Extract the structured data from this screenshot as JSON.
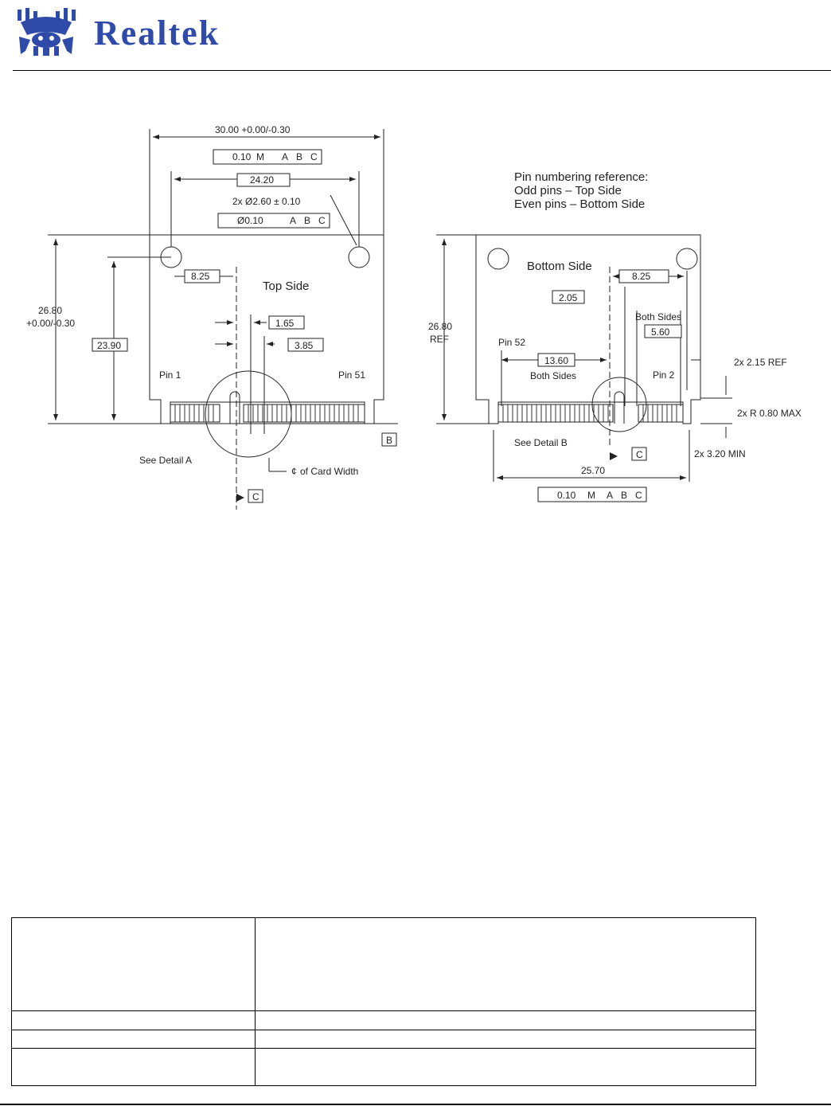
{
  "header": {
    "logo_text": "Realtek",
    "logo_icon": "crab-logo-icon",
    "brand_color": "#2f4aa8"
  },
  "drawing": {
    "top_view": {
      "overall_width": "30.00 +0.00/-0.30",
      "tol_frame_1": [
        "0.10",
        "M",
        "A",
        "B",
        "C"
      ],
      "hole_spacing": "24.20",
      "holes": "2x Ø2.60 ± 0.10",
      "tol_frame_2": [
        "Ø0.10",
        "A",
        "B",
        "C"
      ],
      "height": "26.80",
      "height_tol": "+0.00/-0.30",
      "hole_height": "23.90",
      "hole_offset": "8.25",
      "side_label": "Top Side",
      "dim_165": "1.65",
      "dim_385": "3.85",
      "pin1": "Pin 1",
      "pin51": "Pin 51",
      "datum_b": "B",
      "datum_c": "C",
      "detail_a": "See Detail A",
      "card_width": "of Card Width",
      "centerline_symbol": "¢"
    },
    "bottom_view": {
      "pin_ref_title": "Pin numbering reference:",
      "odd_pins": "Odd pins – Top Side",
      "even_pins": "Even pins  – Bottom Side",
      "side_label": "Bottom Side",
      "hole_offset": "8.25",
      "dim_205": "2.05",
      "both_sides_a": "Both Sides",
      "dim_560": "5.60",
      "height": "26.80",
      "height_ref": "REF",
      "pin52": "Pin 52",
      "dim_1360": "13.60",
      "both_sides_b": "Both Sides",
      "pin2": "Pin 2",
      "dim_215": "2x 2.15 REF",
      "radius": "2x R 0.80 MAX",
      "min_320": "2x 3.20 MIN",
      "detail_b": "See Detail B",
      "datum_c": "C",
      "overall_width": "25.70",
      "tol_frame": [
        "0.10",
        "M",
        "A",
        "B",
        "C"
      ]
    }
  }
}
